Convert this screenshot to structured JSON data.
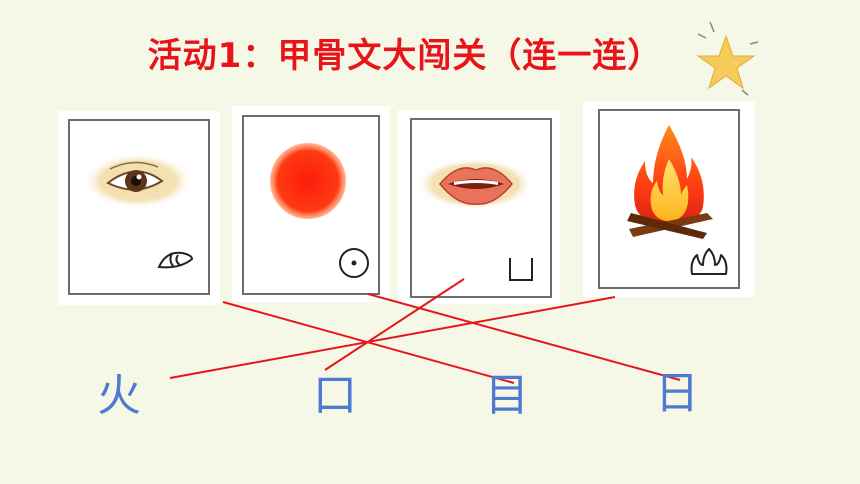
{
  "title": "活动1：甲骨文大闯关（连一连）",
  "cards": [
    {
      "picture": "eye",
      "oracle_glyph": "eye-oracle-glyph"
    },
    {
      "picture": "sun",
      "oracle_glyph": "sun-oracle-glyph"
    },
    {
      "picture": "mouth",
      "oracle_glyph": "mouth-oracle-glyph"
    },
    {
      "picture": "fire",
      "oracle_glyph": "fire-oracle-glyph"
    }
  ],
  "answers": [
    {
      "char": "火"
    },
    {
      "char": "口"
    },
    {
      "char": "目"
    },
    {
      "char": "日"
    }
  ],
  "colors": {
    "title": "#e8141a",
    "lines": "#e8141a",
    "answers": "#4f7ad0",
    "background": "#f6f8e7"
  }
}
